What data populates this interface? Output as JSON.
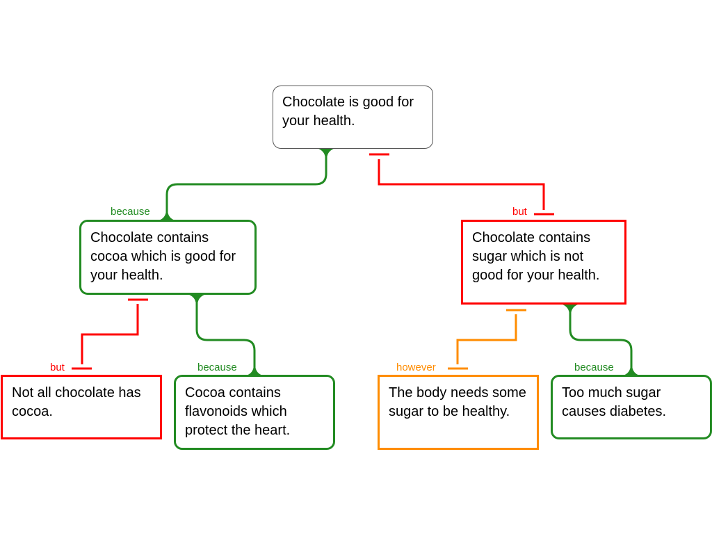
{
  "colors": {
    "support": "#228b22",
    "oppose": "#ff0000",
    "rebut": "#ff8c00",
    "neutral": "#555555"
  },
  "nodes": {
    "root": "Chocolate is good for your health.",
    "cocoa_good": "Chocolate contains cocoa which is good for your health.",
    "sugar_bad": "Chocolate contains sugar which is not good for your health.",
    "not_all_cocoa": "Not all chocolate has cocoa.",
    "flavonoids": "Cocoa contains flavonoids which protect the heart.",
    "body_needs_sugar": "The body needs some sugar to be healthy.",
    "diabetes": "Too much sugar causes diabetes."
  },
  "links": {
    "because_1": "because",
    "but_1": "but",
    "but_2": "but",
    "because_2": "because",
    "however_1": "however",
    "because_3": "because"
  }
}
